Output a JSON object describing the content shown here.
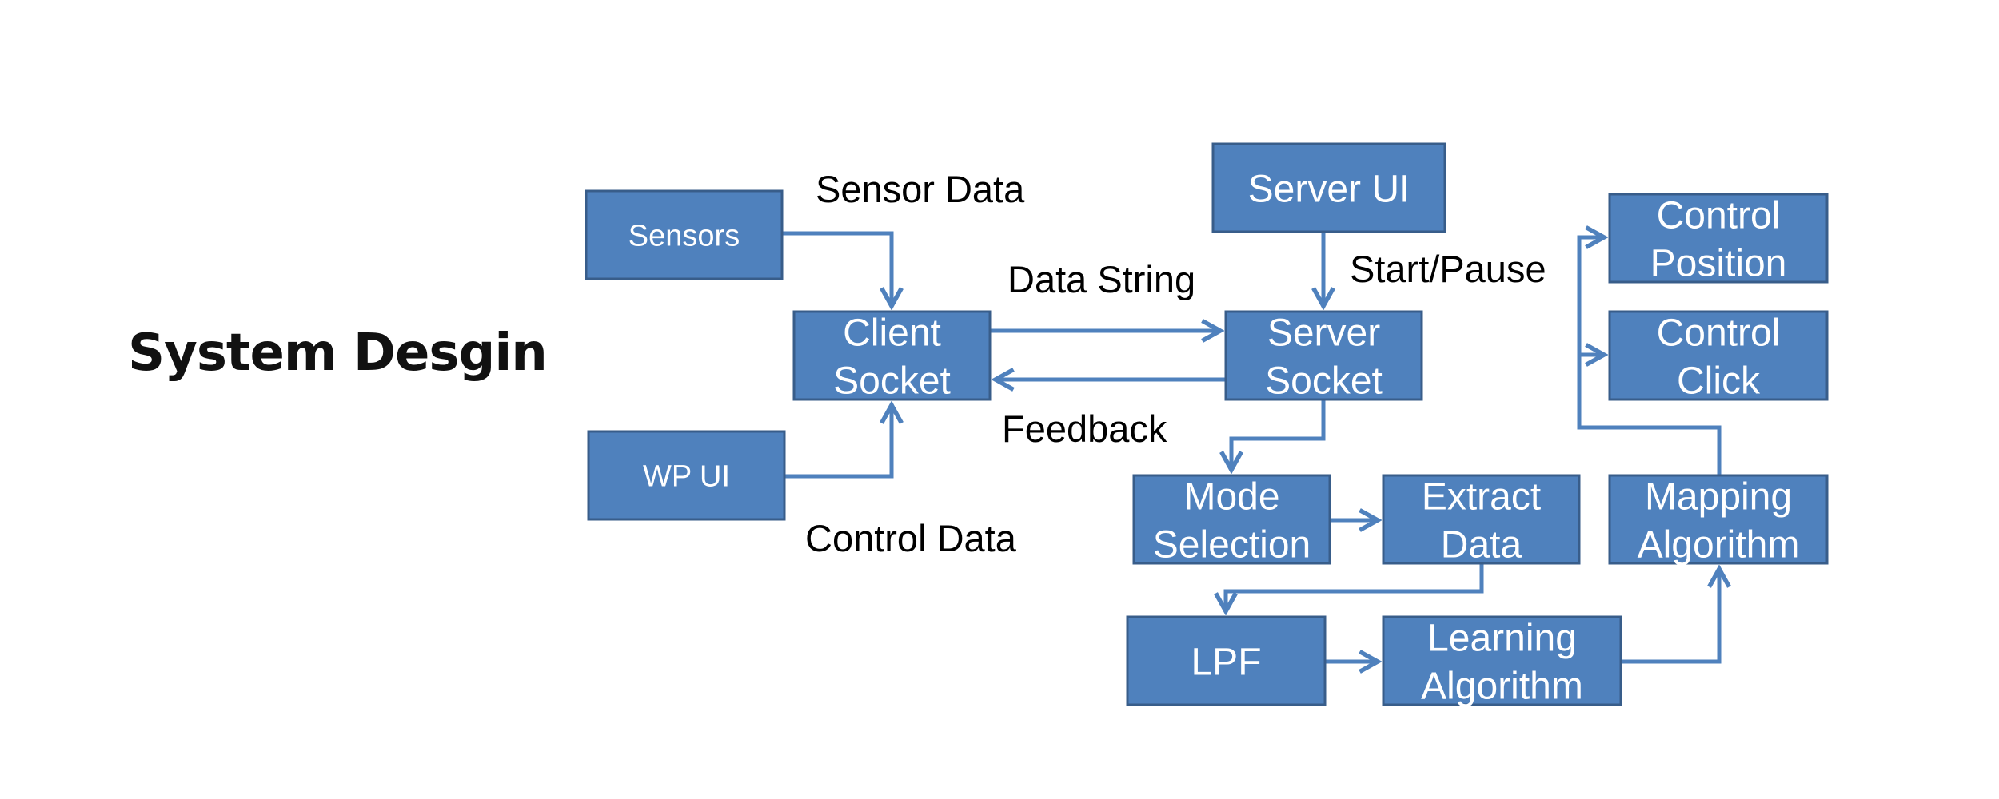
{
  "title": "System Desgin",
  "colors": {
    "box_fill": "#4f81bd",
    "box_stroke": "#385d8a",
    "arrow": "#4f81bd",
    "box_text": "#ffffff",
    "label_text": "#000000"
  },
  "nodes": [
    {
      "id": "sensors",
      "lines": [
        "Sensors"
      ]
    },
    {
      "id": "client-socket",
      "lines": [
        "Client",
        "Socket"
      ]
    },
    {
      "id": "wp-ui",
      "lines": [
        "WP UI"
      ]
    },
    {
      "id": "server-ui",
      "lines": [
        "Server UI"
      ]
    },
    {
      "id": "server-socket",
      "lines": [
        "Server",
        "Socket"
      ]
    },
    {
      "id": "mode-selection",
      "lines": [
        "Mode",
        "Selection"
      ]
    },
    {
      "id": "extract-data",
      "lines": [
        "Extract",
        "Data"
      ]
    },
    {
      "id": "lpf",
      "lines": [
        "LPF"
      ]
    },
    {
      "id": "learning-algorithm",
      "lines": [
        "Learning",
        "Algorithm"
      ]
    },
    {
      "id": "mapping-algorithm",
      "lines": [
        "Mapping",
        "Algorithm"
      ]
    },
    {
      "id": "control-position",
      "lines": [
        "Control",
        "Position"
      ]
    },
    {
      "id": "control-click",
      "lines": [
        "Control",
        "Click"
      ]
    }
  ],
  "edges": [
    {
      "from": "sensors",
      "to": "client-socket"
    },
    {
      "from": "wp-ui",
      "to": "client-socket"
    },
    {
      "from": "client-socket",
      "to": "server-socket"
    },
    {
      "from": "server-socket",
      "to": "client-socket"
    },
    {
      "from": "server-ui",
      "to": "server-socket"
    },
    {
      "from": "server-socket",
      "to": "mode-selection"
    },
    {
      "from": "mode-selection",
      "to": "extract-data"
    },
    {
      "from": "extract-data",
      "to": "lpf"
    },
    {
      "from": "lpf",
      "to": "learning-algorithm"
    },
    {
      "from": "learning-algorithm",
      "to": "mapping-algorithm"
    },
    {
      "from": "mapping-algorithm",
      "to": "control-position"
    },
    {
      "from": "mapping-algorithm",
      "to": "control-click"
    }
  ],
  "edge_labels": {
    "sensor_data": "Sensor Data",
    "data_string": "Data String",
    "feedback": "Feedback",
    "control_data": "Control Data",
    "start_pause": "Start/Pause"
  }
}
